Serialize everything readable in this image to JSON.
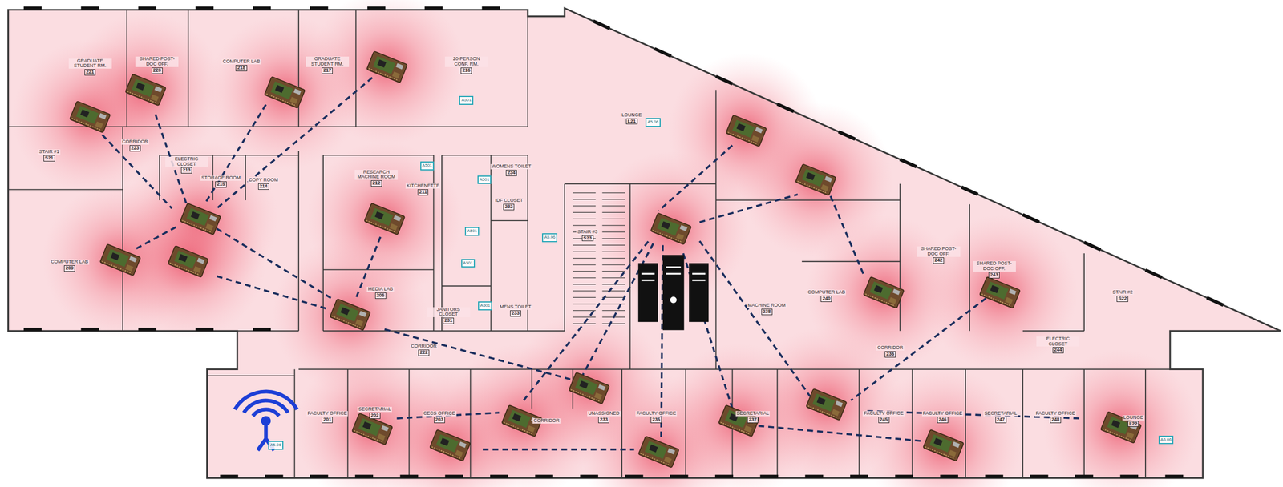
{
  "diagram": {
    "nodes": [
      {
        "text": [
          "GRADUATE STUDENT RM.",
          "221"
        ]
      },
      {
        "text": [
          "SHARED POST-DOC OFF.",
          "220"
        ]
      },
      {
        "text": [
          "COMPUTER LAB",
          "218"
        ]
      },
      {
        "text": [
          "GRADUATE STUDENT RM.",
          "217"
        ]
      },
      {
        "text": [
          "20-PERSON CONF. RM.",
          "216"
        ]
      },
      {
        "text": [
          "STAIR #1",
          "S21"
        ]
      },
      {
        "text": [
          "CORRIDOR",
          "223"
        ]
      },
      {
        "text": [
          "ELECTRIC CLOSET",
          "213"
        ]
      },
      {
        "text": [
          "STORAGE ROOM",
          "215"
        ]
      },
      {
        "text": [
          "COPY ROOM",
          "214"
        ]
      },
      {
        "text": [
          "RESEARCH MACHINE ROOM",
          "212"
        ]
      },
      {
        "text": [
          "KITCHENETTE",
          "211"
        ]
      },
      {
        "text": [
          "WOMENS TOILET",
          "234"
        ]
      },
      {
        "text": [
          "IDF CLOSET",
          "232"
        ]
      },
      {
        "text": [
          "LOUNGE",
          "L21"
        ]
      },
      {
        "text": [
          "COMPUTER LAB",
          "209"
        ]
      },
      {
        "text": [
          "MEDIA LAB",
          "206"
        ]
      },
      {
        "text": [
          "STAIR #3",
          "S23"
        ]
      },
      {
        "text": [
          "JANITORS CLOSET",
          "231"
        ]
      },
      {
        "text": [
          "MENS TOILET",
          "233"
        ]
      },
      {
        "text": [
          "MACHINE ROOM",
          "238"
        ]
      },
      {
        "text": [
          "COMPUTER LAB",
          "240"
        ]
      },
      {
        "text": [
          "SHARED POST-DOC OFF.",
          "242"
        ]
      },
      {
        "text": [
          "SHARED POST-DOC OFF.",
          "243"
        ]
      },
      {
        "text": [
          "STAIR #2",
          "S22"
        ]
      },
      {
        "text": [
          "CORRIDOR",
          "222"
        ]
      },
      {
        "text": [
          "CORRIDOR",
          "236"
        ]
      },
      {
        "text": [
          "ELECTRIC CLOSET",
          "244"
        ]
      },
      {
        "text": [
          "FACULTY OFFICE",
          "201"
        ]
      },
      {
        "text": [
          "SECRETARIAL",
          "202"
        ]
      },
      {
        "text": [
          "CECS OFFICE",
          "203"
        ]
      },
      {
        "text": [
          "CORRIDOR"
        ]
      },
      {
        "text": [
          "UNASSIGNED",
          "233"
        ]
      },
      {
        "text": [
          "FACULTY OFFICE",
          "235"
        ]
      },
      {
        "text": [
          "SECRETARIAL",
          "237"
        ]
      },
      {
        "text": [
          "FACULTY OFFICE",
          "245"
        ]
      },
      {
        "text": [
          "FACULTY OFFICE",
          "246"
        ]
      },
      {
        "text": [
          "SECRETARIAL",
          "247"
        ]
      },
      {
        "text": [
          "FACULTY OFFICE",
          "248"
        ]
      },
      {
        "text": [
          "LOUNGE",
          "L22"
        ]
      }
    ],
    "labels": [
      "A501",
      "A501",
      "A501",
      "A501",
      "A501",
      "A501",
      "A5.06",
      "A5.06",
      "A5.06",
      "A5.06"
    ]
  }
}
